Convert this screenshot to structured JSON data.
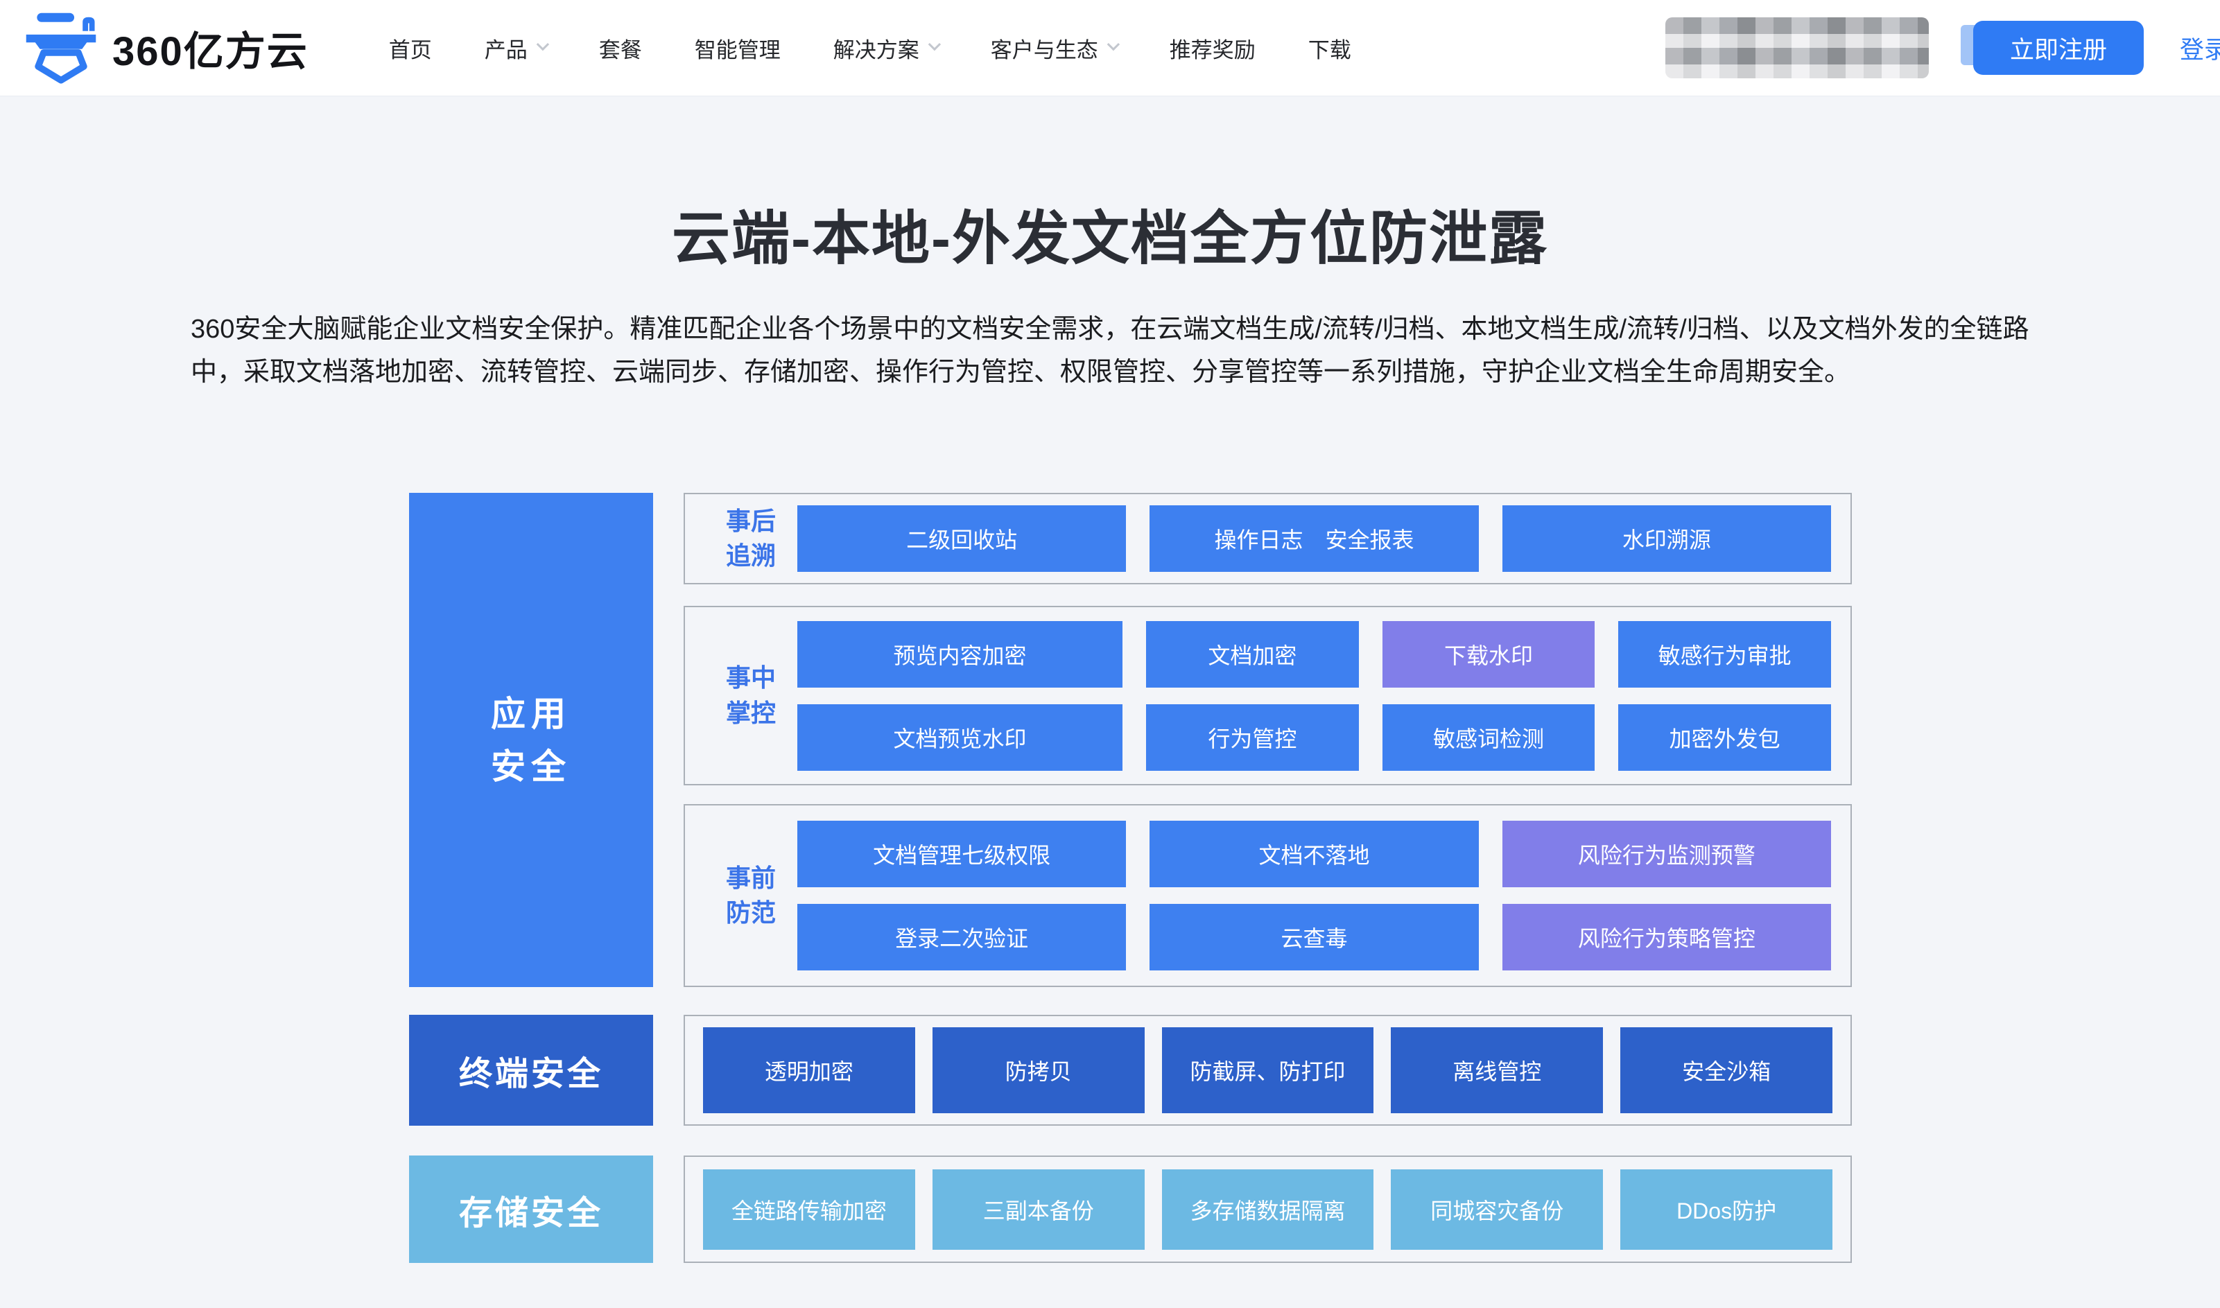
{
  "header": {
    "logo_text": "360亿方云",
    "nav": [
      {
        "label": "首页"
      },
      {
        "label": "产品",
        "dropdown": true
      },
      {
        "label": "套餐"
      },
      {
        "label": "智能管理"
      },
      {
        "label": "解决方案",
        "dropdown": true
      },
      {
        "label": "客户与生态",
        "dropdown": true
      },
      {
        "label": "推荐奖励"
      },
      {
        "label": "下载"
      }
    ],
    "register_button": "立即注册",
    "login_link": "登录"
  },
  "hero": {
    "title": "云端-本地-外发文档全方位防泄露",
    "description": "360安全大脑赋能企业文档安全保护。精准匹配企业各个场景中的文档安全需求，在云端文档生成/流转/归档、本地文档生成/流转/归档、以及文档外发的全链路中，采取文档落地加密、流转管控、云端同步、存储加密、操作行为管控、权限管控、分享管控等一系列措施，守护企业文档全生命周期安全。"
  },
  "diagram": {
    "categories": [
      {
        "label": "应用\n安全"
      },
      {
        "label": "终端安全"
      },
      {
        "label": "存储安全"
      }
    ],
    "rows": [
      {
        "label": "事后\n追溯",
        "boxes": [
          {
            "text": "二级回收站"
          },
          {
            "text": "操作日志　安全报表"
          },
          {
            "text": "水印溯源"
          }
        ]
      },
      {
        "label": "事中\n掌控",
        "boxes": [
          {
            "text": "预览内容加密"
          },
          {
            "text": "文档加密"
          },
          {
            "text": "下载水印",
            "variant": "purple"
          },
          {
            "text": "敏感行为审批"
          },
          {
            "text": "文档预览水印"
          },
          {
            "text": "行为管控"
          },
          {
            "text": "敏感词检测"
          },
          {
            "text": "加密外发包"
          }
        ]
      },
      {
        "label": "事前\n防范",
        "boxes": [
          {
            "text": "文档管理七级权限"
          },
          {
            "text": "文档不落地"
          },
          {
            "text": "风险行为监测预警",
            "variant": "purple"
          },
          {
            "text": "登录二次验证"
          },
          {
            "text": "云查毒"
          },
          {
            "text": "风险行为策略管控",
            "variant": "purple"
          }
        ]
      },
      {
        "label": "",
        "boxes": [
          {
            "text": "透明加密"
          },
          {
            "text": "防拷贝"
          },
          {
            "text": "防截屏、防打印"
          },
          {
            "text": "离线管控"
          },
          {
            "text": "安全沙箱"
          }
        ]
      },
      {
        "label": "",
        "boxes": [
          {
            "text": "全链路传输加密"
          },
          {
            "text": "三副本备份"
          },
          {
            "text": "多存储数据隔离"
          },
          {
            "text": "同城容灾备份"
          },
          {
            "text": "DDos防护"
          }
        ]
      }
    ]
  },
  "colors": {
    "primary_blue": "#3e80f0",
    "dark_blue": "#2d61ca",
    "light_blue": "#6cb9e3",
    "purple": "#817ee9",
    "accent_button": "#2f7bf4",
    "row_label_blue": "#3b74e8",
    "page_background": "#f3f5f9"
  }
}
